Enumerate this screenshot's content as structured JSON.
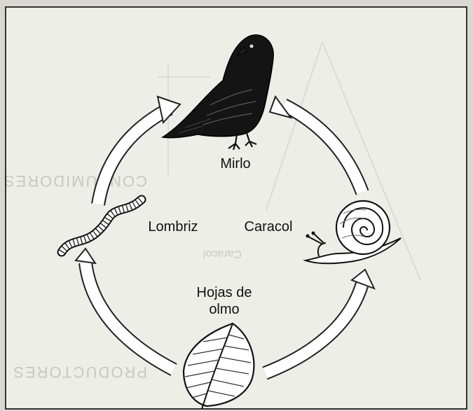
{
  "labels": {
    "bird": "Mirlo",
    "worm": "Lombriz",
    "snail": "Caracol",
    "leaf_line1": "Hojas de",
    "leaf_line2": "olmo"
  },
  "icons": {
    "bird": "blackbird-illustration",
    "worm": "earthworm-illustration",
    "snail": "snail-illustration",
    "leaf": "elm-leaf-illustration"
  },
  "faded_background_text": [
    "CONSUMIDORES",
    "PRODUCTORES",
    "Caracol"
  ],
  "colors": {
    "background": "#d9d8d2",
    "panel": "#eeeee9",
    "ink": "#111111"
  }
}
